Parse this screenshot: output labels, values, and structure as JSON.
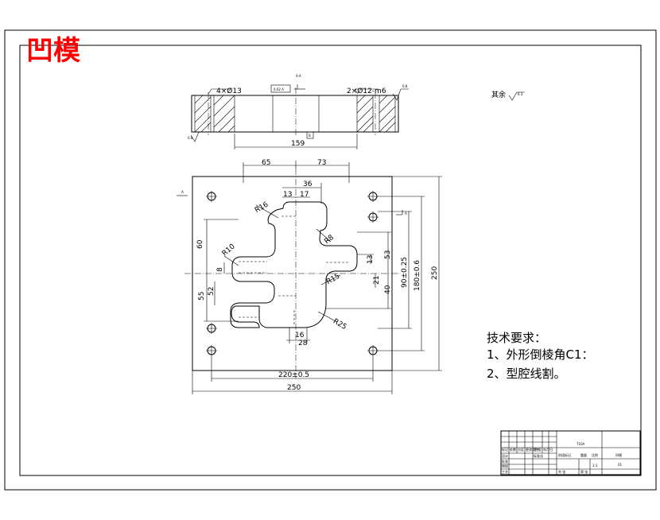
{
  "title_stamp": "凹模",
  "colors": {
    "title_stamp": "#ff0000",
    "line": "#000000"
  },
  "side_view": {
    "label_holes_left": "4×Ø13",
    "label_holes_right": "2×Ø12-m6",
    "label_width": "159",
    "label_section": "A-A",
    "label_flatness": "0.02 A",
    "label_datum": "B",
    "roughness_left": "0.8",
    "roughness_right": "0.8"
  },
  "plan_view": {
    "dims": {
      "d65": "65",
      "d73": "73",
      "d36": "36",
      "d13": "13",
      "d17": "17",
      "r16": "R16",
      "r8": "R8",
      "r10": "R10",
      "r15": "R15",
      "r25": "R25",
      "d60": "60",
      "d8": "8",
      "d55": "55",
      "d52": "52",
      "d53": "53",
      "d13b": "13",
      "d21": "21",
      "d40": "40",
      "d90": "90±0.25",
      "d180": "180±0.6",
      "d250v": "250",
      "d16": "16",
      "d28": "28",
      "d220": "220±0.5",
      "d250h": "250"
    },
    "section_mark_left": "A",
    "section_mark_right": "A"
  },
  "roughness_note": "其余",
  "roughness_note_value": "6.3",
  "tech_requirements": {
    "heading": "技术要求：",
    "item1": "1、外形倒棱角C1：",
    "item2": "2、型腔线割。"
  },
  "title_block": {
    "part_name": "凹模",
    "material": "T10A",
    "scale": "1:1",
    "sheet": "01",
    "labels": [
      "标记",
      "处数",
      "分区",
      "更改文件号",
      "签名",
      "年月日",
      "设计",
      "标准化",
      "审核",
      "工艺",
      "批准",
      "阶段标记",
      "重量",
      "比例",
      "共 张",
      "第 张"
    ]
  }
}
